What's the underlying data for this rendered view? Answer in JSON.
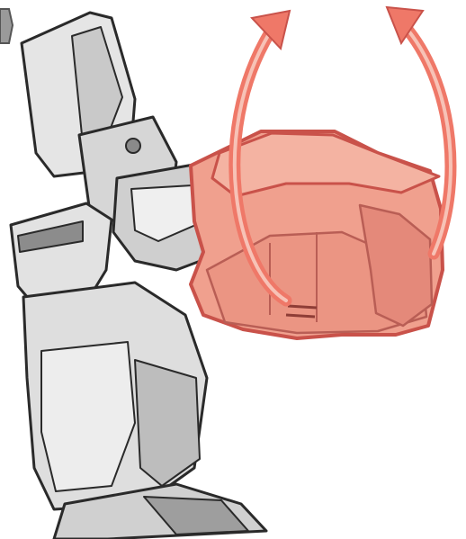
{
  "figure": {
    "colors": {
      "background": "#ffffff",
      "highlight_fill": "#f0a08e",
      "highlight_stroke": "#c9524a",
      "highlight_shadow": "#b95e55",
      "arrow": "#ef7868",
      "part_fill": "#e5e5e5",
      "part_mid": "#c9c9c9",
      "part_dark": "#7a7a7a",
      "outline": "#2a2a2a",
      "edge_mark": "#9a9a9a"
    },
    "parts": {
      "highlighted_component": "leg-armor-part",
      "arrows": [
        "arrow-left",
        "arrow-right"
      ],
      "arrow_direction": "up"
    }
  }
}
